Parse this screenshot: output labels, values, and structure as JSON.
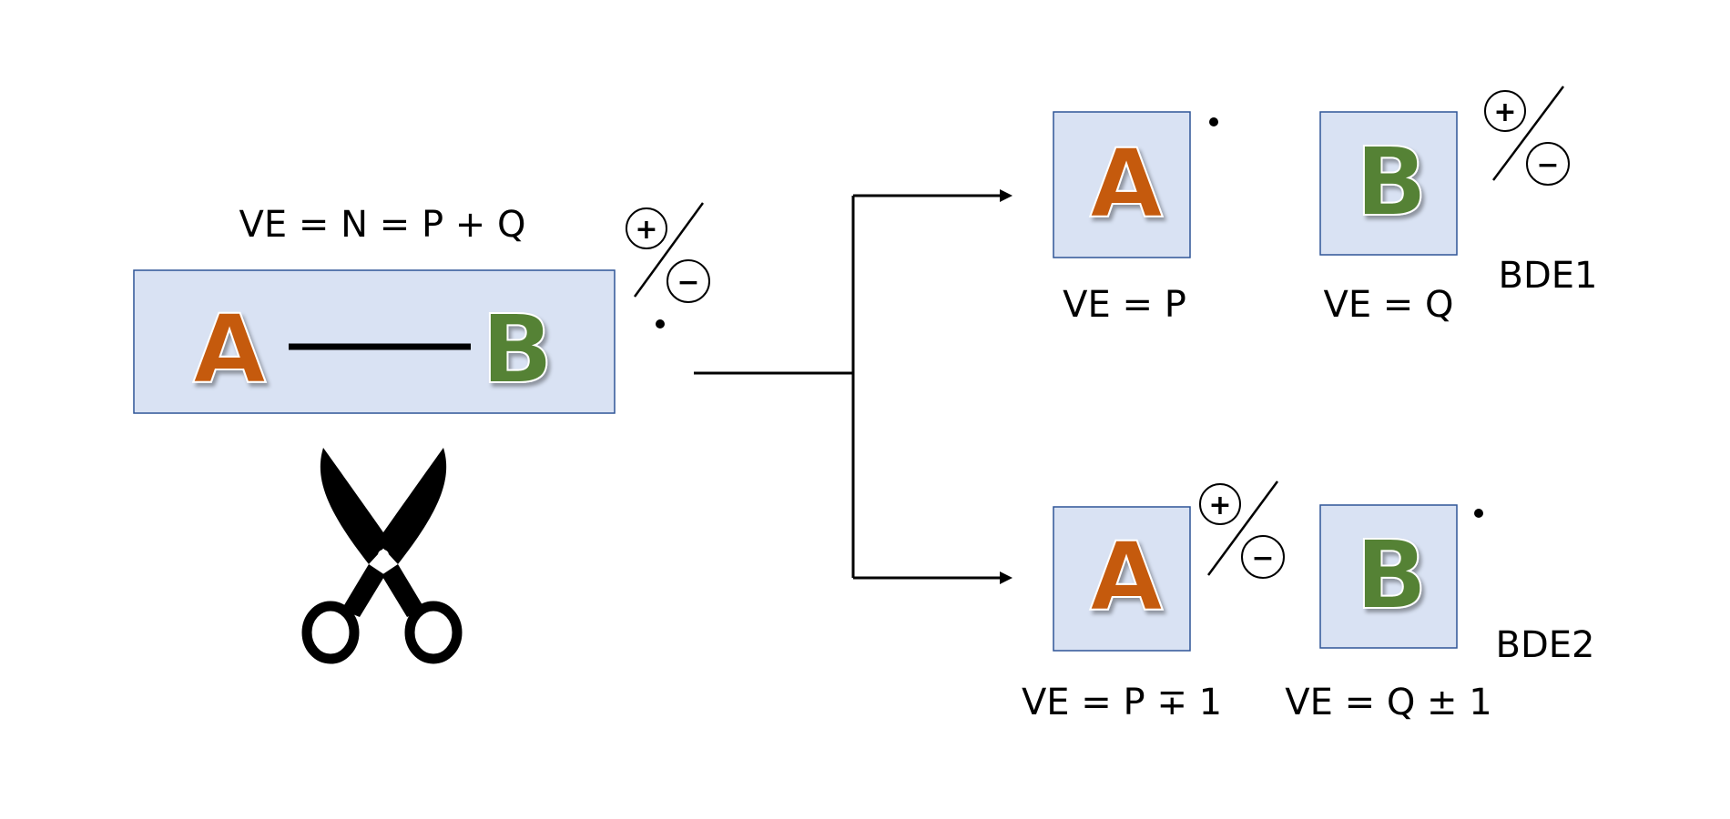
{
  "parent": {
    "equation": "VE = N = P + Q",
    "atom_a": "A",
    "atom_b": "B",
    "charge_plus": "+",
    "charge_minus": "−"
  },
  "bde1": {
    "label": "BDE1",
    "fragment_a": {
      "atom": "A",
      "equation": "VE = P"
    },
    "fragment_b": {
      "atom": "B",
      "equation": "VE = Q"
    },
    "charge_plus": "+",
    "charge_minus": "−"
  },
  "bde2": {
    "label": "BDE2",
    "fragment_a": {
      "atom": "A",
      "equation": "VE = P ∓ 1"
    },
    "fragment_b": {
      "atom": "B",
      "equation": "VE = Q ± 1"
    },
    "charge_plus": "+",
    "charge_minus": "−"
  },
  "icons": {
    "cleave": "scissors-icon"
  },
  "colors": {
    "box_fill": "#d9e2f3",
    "box_stroke": "#2f5597",
    "atom_a": "#c55a11",
    "atom_b": "#548235",
    "line": "#000000"
  }
}
